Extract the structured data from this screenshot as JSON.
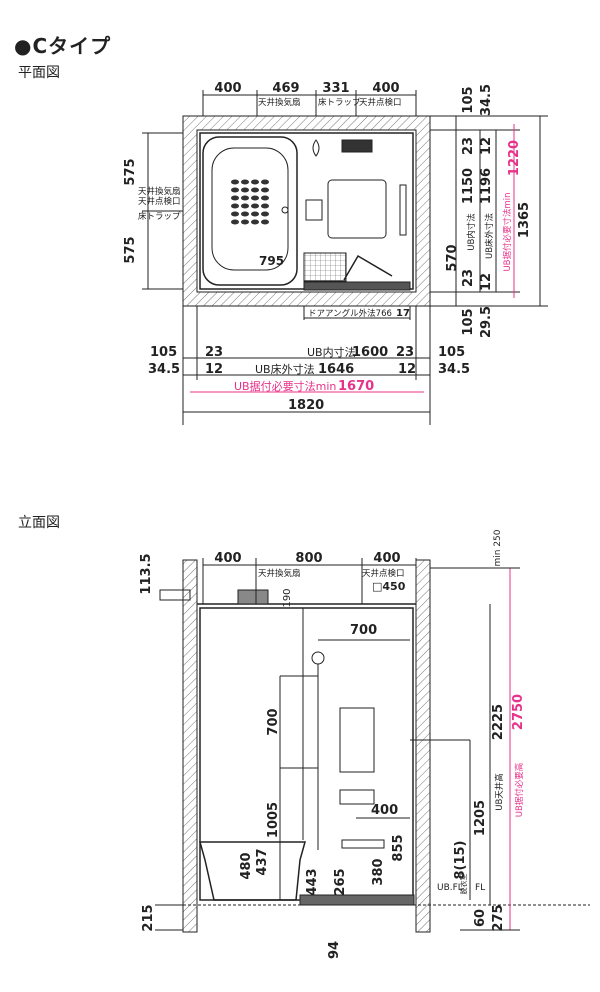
{
  "title": "●Cタイプ",
  "plan": {
    "heading": "平面図",
    "top_dims": [
      "400",
      "469",
      "331",
      "400"
    ],
    "top_labels": [
      "天井換気扇",
      "床トラップ",
      "天井点検口"
    ],
    "left_dims": [
      "575",
      "575"
    ],
    "left_labels": [
      "天井換気扇",
      "天井点検口",
      "床トラップ"
    ],
    "right_top_dims": [
      "105",
      "34.5"
    ],
    "right_inner_dims": [
      "23",
      "1150",
      "12"
    ],
    "right_inner_labels": [
      "UB内寸法",
      "UB床外寸法"
    ],
    "right_inner_vals": [
      "1196"
    ],
    "right_pink": "UB据付必要寸法min",
    "right_pink_val": "1220",
    "right_total": "1365",
    "right_mid": [
      "570",
      "23",
      "12"
    ],
    "right_bottom_dims": [
      "105",
      "29.5"
    ],
    "tub_dim": "795",
    "door_label": "ドアアングル外法766",
    "door_gap": "17",
    "bottom_row1": [
      "105",
      "23",
      "UB内寸法",
      "1600",
      "23",
      "105"
    ],
    "bottom_row2": [
      "34.5",
      "12",
      "UB床外寸法",
      "1646",
      "12",
      "34.5"
    ],
    "bottom_pink": "UB据付必要寸法min",
    "bottom_pink_val": "1670",
    "bottom_total": "1820"
  },
  "elev": {
    "heading": "立面図",
    "top_dims": [
      "400",
      "800",
      "400"
    ],
    "top_labels": [
      "天井換気扇",
      "天井点検口"
    ],
    "hatch": "□450",
    "dim_113": "113.5",
    "dim_190": "190",
    "dim_700h": "700",
    "dim_700v": "700",
    "dim_1005": "1005",
    "dim_400": "400",
    "dim_855": "855",
    "dim_480": "480",
    "dim_437": "437",
    "dim_443": "443",
    "dim_265": "265",
    "dim_380": "380",
    "dim_1205": "1205",
    "dim_8": "8(15)",
    "fl1": "UB.FL",
    "fl2": "FL",
    "fl2_top": "脱衣室",
    "dim_60": "60",
    "dim_275": "275",
    "dim_215": "215",
    "dim_94": "94",
    "min250": "min 250",
    "ub_height_label": "UB天井高",
    "ub_height": "2225",
    "ub_pink_label": "UB据付必要高",
    "ub_pink": "2750"
  },
  "colors": {
    "pink": "#e8318a",
    "line": "#222222"
  }
}
